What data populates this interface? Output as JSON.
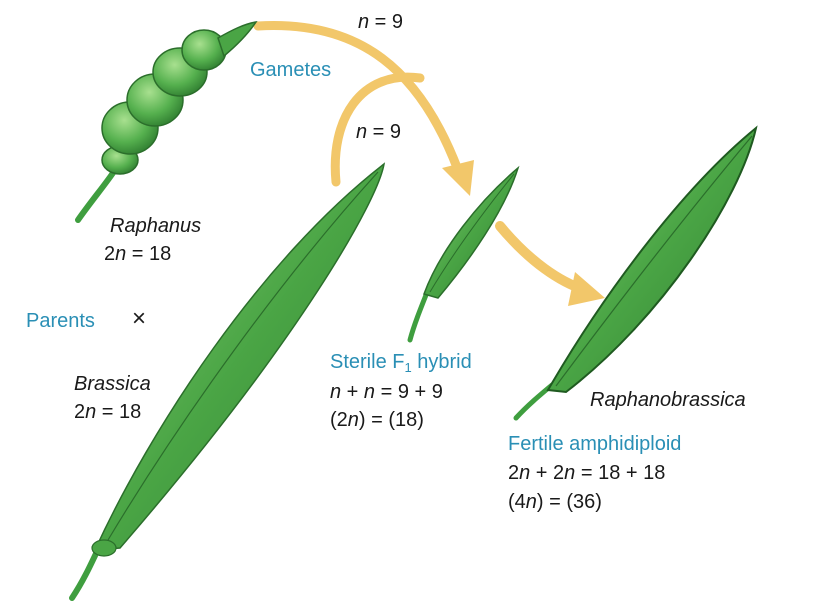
{
  "gametes_label": "Gametes",
  "gamete_top": {
    "n": "n",
    "eq": " = 9"
  },
  "gamete_mid": {
    "n": "n",
    "eq": " = 9"
  },
  "raphanus": {
    "name": "Raphanus",
    "two": "2",
    "n": "n",
    "eq": " = 18"
  },
  "parents": {
    "label": "Parents",
    "cross": "×"
  },
  "brassica": {
    "name": "Brassica",
    "two": "2",
    "n": "n",
    "eq": " = 18"
  },
  "sterile": {
    "title_pre": "Sterile F",
    "title_sub": "1",
    "title_post": " hybrid",
    "l2_n1": "n",
    "l2_mid": " + ",
    "l2_n2": "n",
    "l2_rest": " = 9 + 9",
    "l3_pre": "(2",
    "l3_n": "n",
    "l3_rest": ") = (18)"
  },
  "raphanobrassica": {
    "name": "Raphanobrassica"
  },
  "fertile": {
    "title": "Fertile amphidiploid",
    "l2_a": "2",
    "l2_n1": "n",
    "l2_b": " + 2",
    "l2_n2": "n",
    "l2_rest": " = 18 + 18",
    "l3_pre": "(4",
    "l3_n": "n",
    "l3_rest": ") = (36)"
  },
  "colors": {
    "pod_green": "#3f9e3f",
    "pod_light": "#7cc86a",
    "pod_dark": "#2b6e2b",
    "arrow_yellow": "#f2c76a",
    "label_blue": "#2a8fb5"
  }
}
